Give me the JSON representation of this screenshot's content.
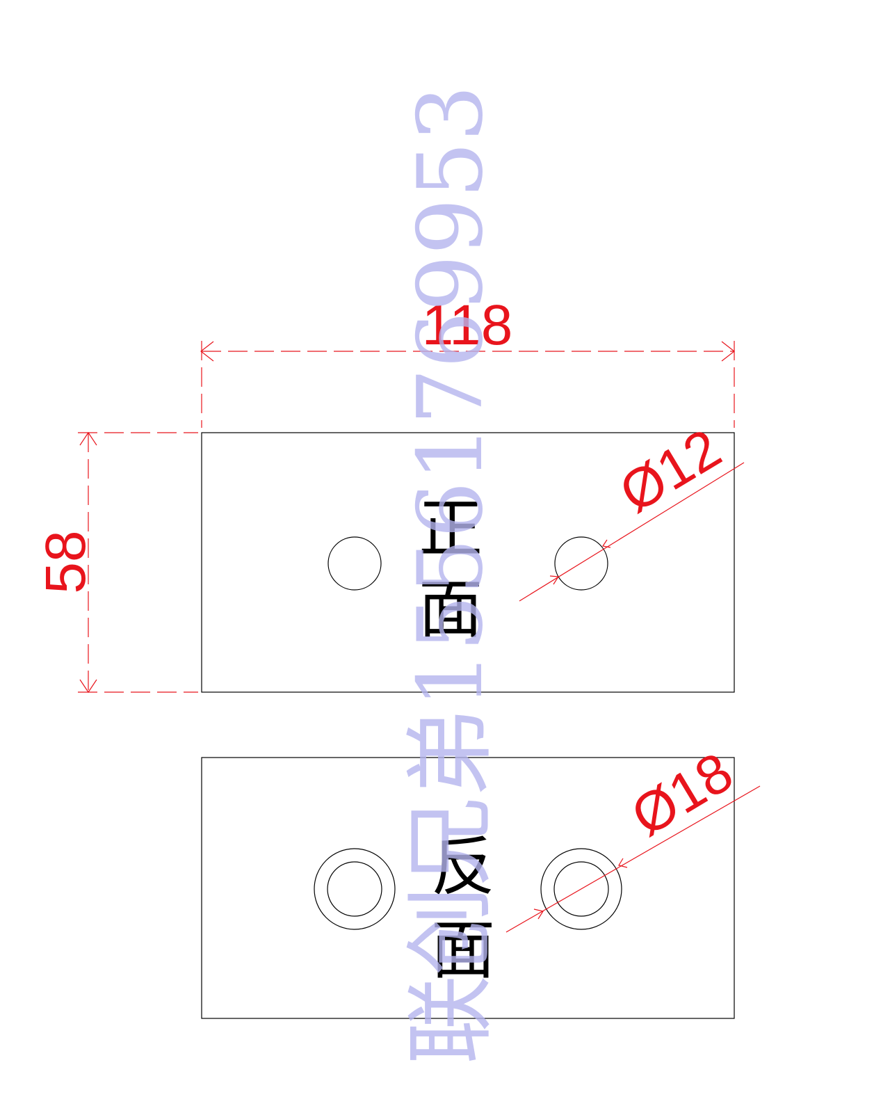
{
  "drawing": {
    "width_dim": "118",
    "height_dim": "58",
    "front": {
      "label_line1": "正",
      "label_line2": "面",
      "hole_dim": "Ø12"
    },
    "back": {
      "label_line1": "反",
      "label_line2": "面",
      "hole_dim": "Ø18"
    },
    "colors": {
      "dimension": "#e8141c",
      "outline": "#000000",
      "watermark": "#b4b4ee"
    }
  },
  "watermark": {
    "text": "联创兄弟15561769953"
  }
}
